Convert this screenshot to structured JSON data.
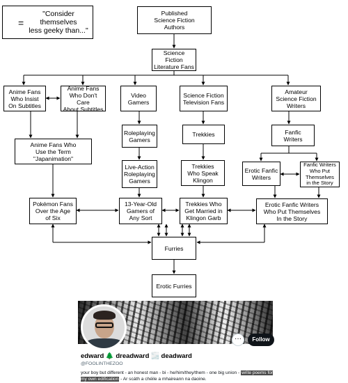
{
  "legend": {
    "text": "\"Consider\nthemselves\nless geeky than...\"",
    "equals": "="
  },
  "nodes": {
    "published": "Published\nScience Fiction\nAuthors",
    "lit_fans": "Science\nFiction\nLiterature Fans",
    "anime_subtitles": "Anime Fans\nWho  Insist\nOn Subtitles",
    "anime_nocare": "Anime Fans\nWho Don't Care\nAbout Subtitles",
    "video_gamers": "Video\nGamers",
    "tv_fans": "Science Fiction\nTelevision Fans",
    "amateur_writers": "Amateur\nScience Fiction\nWriters",
    "roleplaying": "Roleplaying\nGamers",
    "trekkies": "Trekkies",
    "fanfic": "Fanfic\nWriters",
    "japanimation": "Anime Fans Who\nUse the Term\n\"Japanimation\"",
    "larp": "Live-Action\nRoleplaying\nGamers",
    "klingon_speak": "Trekkies\nWho Speak\nKlingon",
    "erotic_fanfic": "Erotic Fanfic\nWriters",
    "fanfic_selfinsert": "Fanfic Writers\nWho Put\nThemselves\nin the Story",
    "pokemon": "Pokémon Fans\nOver the Age\nof Six",
    "thirteen": "13-Year-Old\nGamers of\nAny Sort",
    "klingon_garb": "Trekkies Who\nGet Married in\nKlingon Garb",
    "erotic_selfinsert": "Erotic Fanfic Writers\nWho Put Themselves\nIn the Story",
    "furries": "Furries",
    "erotic_furries": "Erotic Furries"
  },
  "profile": {
    "display_name": "edward 🌲 dreadward 🌫️ deadward",
    "handle": "@FOOLINTHEZOO",
    "more_label": "···",
    "follow_label": "Follow",
    "bio_part1": "your boy but different - an honest man - bi - he/him/they/them - one big union - ",
    "bio_highlight": "write poems for my own edification",
    "bio_part2": " - Ar scáth a chéile a mhaireann na daoine."
  }
}
